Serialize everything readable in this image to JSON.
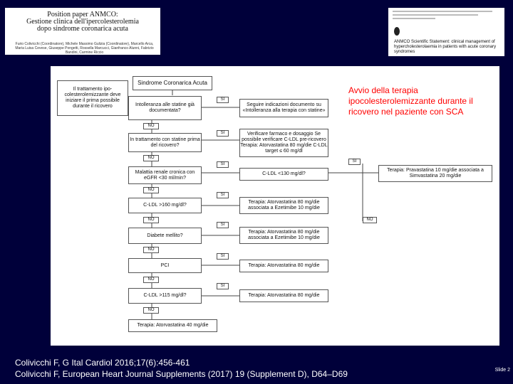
{
  "thumbnail_left": {
    "title_lines": [
      "Position paper ANMCO:",
      "Gestione clinica dell'ipercolesterolemia",
      "dopo sindrome coronarica acuta"
    ],
    "authors": "Furio Colivicchi (Coordinatore), Michele Massimo Gulizia (Coordinatore), Marcello Arca, Maria Luisa Cevese, Giuseppe Pongetti, Rossella Marcucci, Gianfranco Alunni, Fabrizio Bandini, Carmine Riccio"
  },
  "thumbnail_right": {
    "title": "ANMCO Scientific Statement: clinical management of hypercholesterolaemia in patients with acute coronary syndromes"
  },
  "flowchart": {
    "header": "Sindrome Coronarica Acuta",
    "note": "Il trattamento ipo-colesterolemizzante deve iniziare il prima possibile durante il ricovero",
    "q1": "Intolleranza alle statine già documentata?",
    "a1": "Seguire indicazioni documento su «Intolleranza alla terapia con statine»",
    "q2": "In trattamento con statine prima del ricovero?",
    "a2": "Verificare farmaco e dosaggio Se possibile verificare C-LDL pre-ricovero Terapia: Atorvastatina 80 mg/die C-LDL target ≤ 60 mg/dl",
    "q3": "Malattia renale cronica con eGFR <30 ml/min?",
    "a3": "C-LDL <130 mg/dl?",
    "a3_right": "Terapia: Pravastatina 10 mg/die associata a Simvastatina 20 mg/die",
    "q4": "C-LDL >160 mg/dl?",
    "a4": "Terapia: Atorvastatina 80 mg/die associata a Ezetimibe 10 mg/die",
    "q5": "Diabete mellito?",
    "a5": "Terapia: Atorvastatina 80 mg/die associata a Ezetimibe 10 mg/die",
    "q6": "PCI",
    "a6": "Terapia: Atorvastatina 80 mg/die",
    "q7": "C-LDL >115 mg/dl?",
    "a7": "Terapia: Atorvastatina 80 mg/die",
    "final": "Terapia: Atorvastatina 40 mg/die",
    "yes": "SI",
    "no": "NO"
  },
  "annotation": "Avvio della terapia ipocolesterolemizzante durante il ricovero nel paziente con SCA",
  "citations": [
    "Colivicchi F, G Ital Cardiol 2016;17(6):456-461",
    "Colivicchi F, European Heart Journal Supplements (2017) 19 (Supplement D), D64–D69"
  ],
  "slide_label": "Slide 2"
}
